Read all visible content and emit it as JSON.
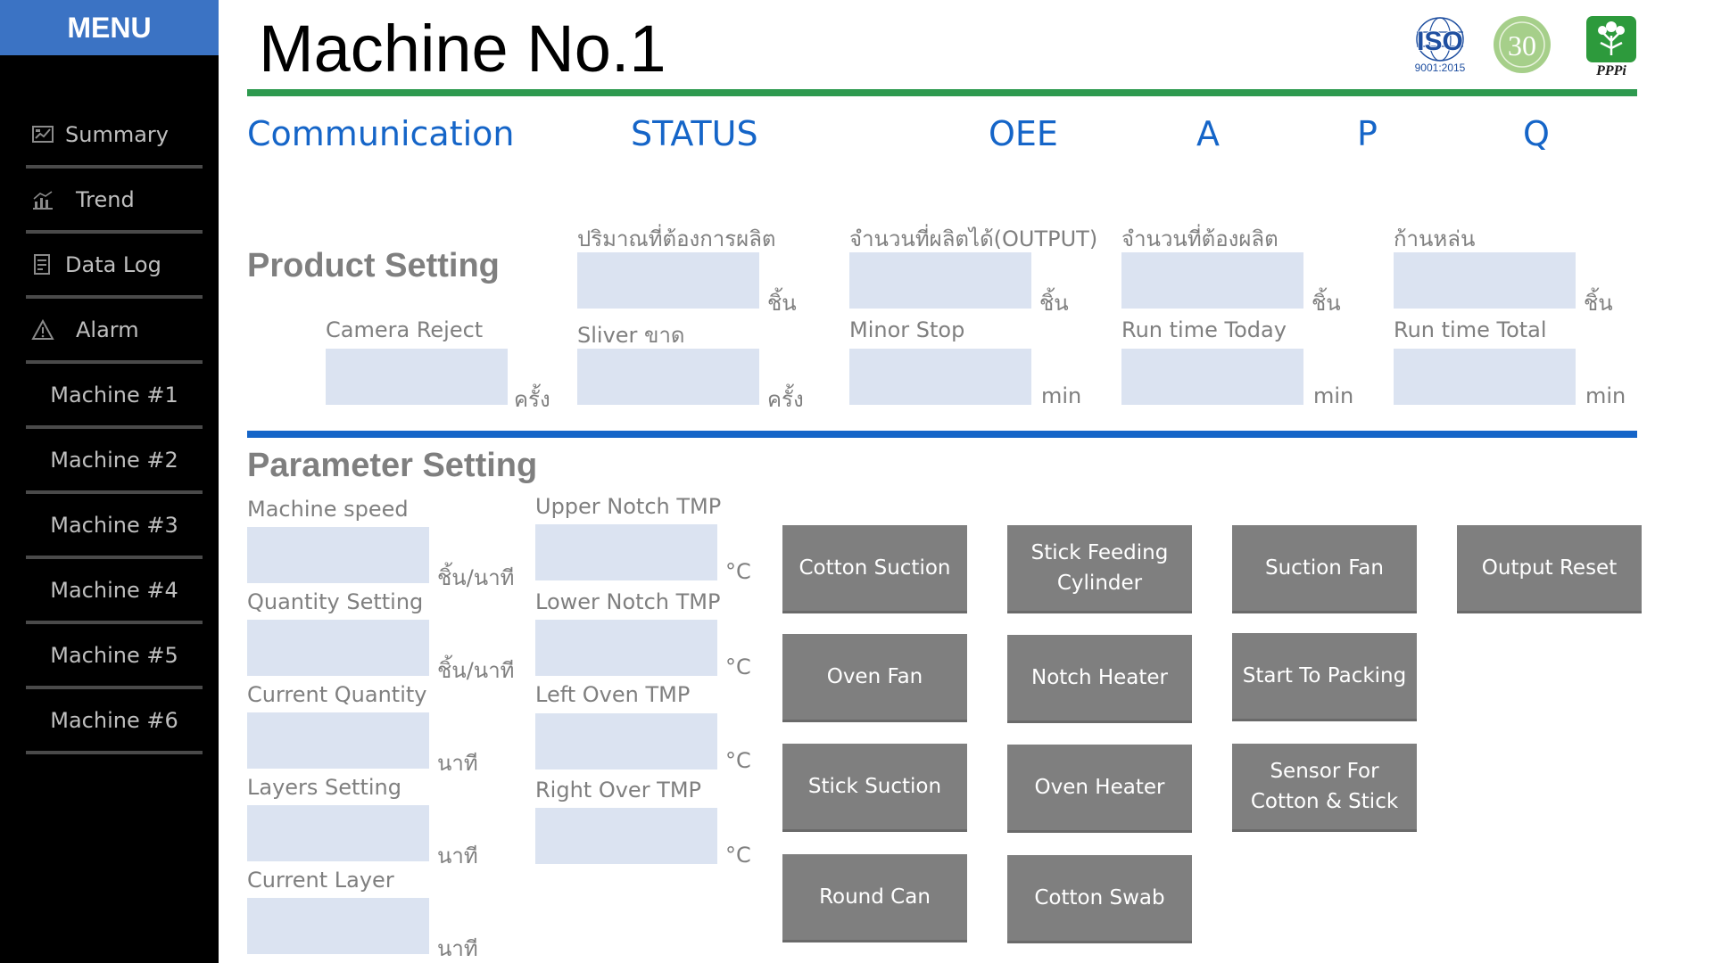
{
  "sidebar": {
    "menu_label": "MENU",
    "items": [
      {
        "label": "Summary",
        "icon": "summary-icon"
      },
      {
        "label": "Trend",
        "icon": "trend-chart-icon"
      },
      {
        "label": "Data Log",
        "icon": "data-log-icon"
      },
      {
        "label": "Alarm",
        "icon": "alarm-warning-icon"
      },
      {
        "label": "Machine #1"
      },
      {
        "label": "Machine #2"
      },
      {
        "label": "Machine #3"
      },
      {
        "label": "Machine #4"
      },
      {
        "label": "Machine #5"
      },
      {
        "label": "Machine #6"
      }
    ]
  },
  "header": {
    "title": "Machine No.1",
    "iso_logo_text": "ISO",
    "iso_logo_sub": "9001:2015",
    "anniversary_text": "30",
    "pppi_logo_text": "PPPi"
  },
  "status_row": {
    "communication": "Communication",
    "status": "STATUS",
    "oee": "OEE",
    "a": "A",
    "p": "P",
    "q": "Q"
  },
  "product_setting": {
    "title": "Product Setting",
    "fields": {
      "target_quantity": {
        "label": "ปริมาณที่ต้องการผลิต",
        "unit": "ชิ้น",
        "value": ""
      },
      "output": {
        "label": "จำนวนที่ผลิตได้(OUTPUT)",
        "unit": "ชิ้น",
        "value": ""
      },
      "required_quantity": {
        "label": "จำนวนที่ต้องผลิต",
        "unit": "ชิ้น",
        "value": ""
      },
      "sticks": {
        "label": "ก้านหล่น",
        "unit": "ชิ้น",
        "value": ""
      },
      "camera_reject": {
        "label": "Camera Reject",
        "unit": "ครั้ง",
        "value": ""
      },
      "sliver_break": {
        "label": "Sliver ขาด",
        "unit": "ครั้ง",
        "value": ""
      },
      "minor_stop": {
        "label": "Minor Stop",
        "unit": "min",
        "value": ""
      },
      "run_time_today": {
        "label": "Run time Today",
        "unit": "min",
        "value": ""
      },
      "run_time_total": {
        "label": "Run time Total",
        "unit": "min",
        "value": ""
      }
    }
  },
  "parameter_setting": {
    "title": "Parameter Setting",
    "left_fields": {
      "machine_speed": {
        "label": "Machine speed",
        "unit": "ชิ้น/นาที",
        "value": ""
      },
      "quantity_setting": {
        "label": "Quantity Setting",
        "unit": "ชิ้น/นาที",
        "value": ""
      },
      "current_quantity": {
        "label": "Current Quantity",
        "unit": "นาที",
        "value": ""
      },
      "layers_setting": {
        "label": "Layers Setting",
        "unit": "นาที",
        "value": ""
      },
      "current_layer": {
        "label": "Current Layer",
        "unit": "นาที",
        "value": ""
      }
    },
    "temp_fields": {
      "upper_notch": {
        "label": "Upper Notch TMP",
        "unit": "°C",
        "value": ""
      },
      "lower_notch": {
        "label": "Lower Notch TMP",
        "unit": "°C",
        "value": ""
      },
      "left_oven": {
        "label": "Left Oven TMP",
        "unit": "°C",
        "value": ""
      },
      "right_oven": {
        "label": "Right Over TMP",
        "unit": "°C",
        "value": ""
      }
    },
    "buttons": {
      "cotton_suction": [
        "Cotton Suction"
      ],
      "stick_feeding_cylinder": [
        "Stick Feeding",
        "Cylinder"
      ],
      "suction_fan": [
        "Suction Fan"
      ],
      "output_reset": [
        "Output Reset"
      ],
      "oven_fan": [
        "Oven Fan"
      ],
      "notch_heater": [
        "Notch Heater"
      ],
      "start_to_packing": [
        "Start To Packing"
      ],
      "stick_suction": [
        "Stick Suction"
      ],
      "oven_heater": [
        "Oven Heater"
      ],
      "sensor_cotton_stick": [
        "Sensor For",
        "Cotton & Stick"
      ],
      "round_can": [
        "Round Can"
      ],
      "cotton_swab": [
        "Cotton Swab"
      ]
    }
  },
  "colors": {
    "sidebar_bg": "#000000",
    "menu_header": "#3b73c4",
    "accent_blue": "#1565c8",
    "green_rule": "#2e9a4f",
    "field_bg": "#dbe3f1",
    "button_bg": "#7f7f7f"
  }
}
